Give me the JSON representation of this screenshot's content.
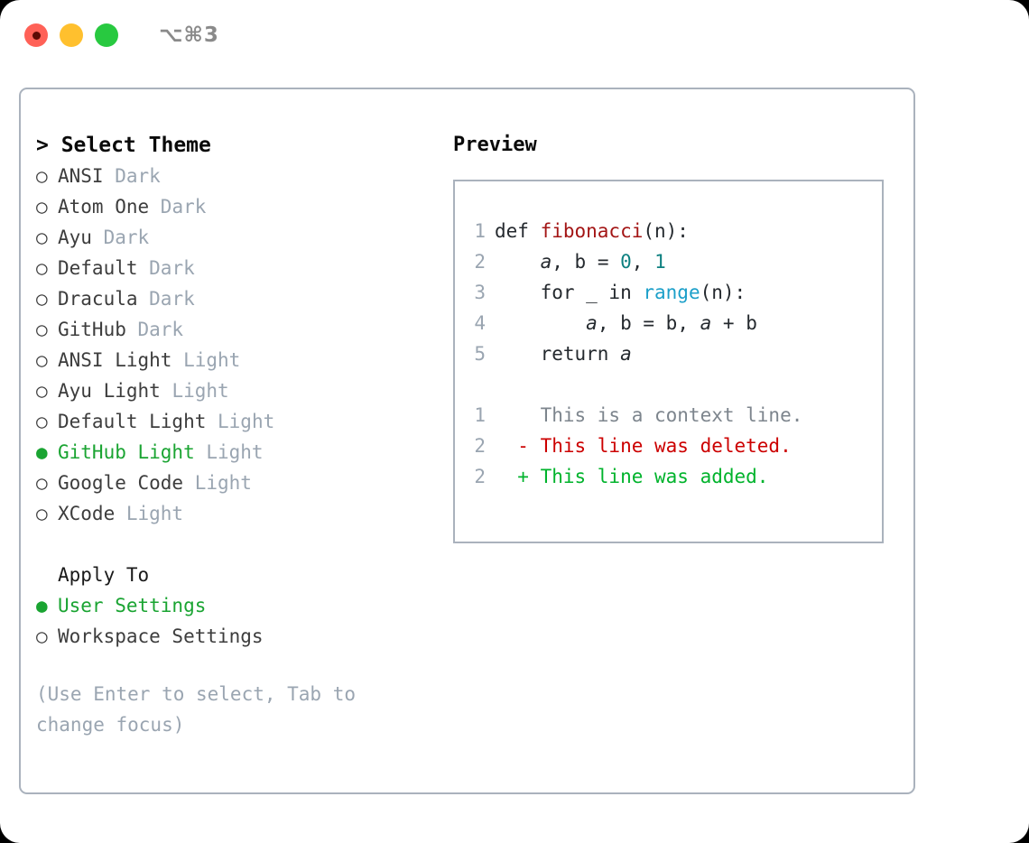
{
  "titlebar": {
    "shortcut": "⌥⌘3",
    "lights": [
      {
        "name": "close",
        "color": "#ff6157"
      },
      {
        "name": "minimize",
        "color": "#ffc02e"
      },
      {
        "name": "zoom",
        "color": "#28c940"
      }
    ]
  },
  "theme_picker": {
    "header": "> Select Theme",
    "selected_color": "#1aa432",
    "tag_color": "#9aa5b1",
    "bullet_selected": "●",
    "bullet_unselected": "○",
    "items": [
      {
        "name": "ANSI",
        "tag": "Dark",
        "selected": false
      },
      {
        "name": "Atom One",
        "tag": "Dark",
        "selected": false
      },
      {
        "name": "Ayu",
        "tag": "Dark",
        "selected": false
      },
      {
        "name": "Default",
        "tag": "Dark",
        "selected": false
      },
      {
        "name": "Dracula",
        "tag": "Dark",
        "selected": false
      },
      {
        "name": "GitHub",
        "tag": "Dark",
        "selected": false
      },
      {
        "name": "ANSI Light",
        "tag": "Light",
        "selected": false
      },
      {
        "name": "Ayu Light",
        "tag": "Light",
        "selected": false
      },
      {
        "name": "Default Light",
        "tag": "Light",
        "selected": false
      },
      {
        "name": "GitHub Light",
        "tag": "Light",
        "selected": true
      },
      {
        "name": "Google Code",
        "tag": "Light",
        "selected": false
      },
      {
        "name": "XCode",
        "tag": "Light",
        "selected": false
      }
    ]
  },
  "apply_to": {
    "label": "Apply To",
    "items": [
      {
        "name": "User Settings",
        "selected": true
      },
      {
        "name": "Workspace Settings",
        "selected": false
      }
    ]
  },
  "hint": "(Use Enter to select, Tab to change focus)",
  "preview": {
    "title": "Preview",
    "code_lines": [
      {
        "no": "1",
        "tokens": [
          {
            "t": "def ",
            "k": "plain"
          },
          {
            "t": "fibonacci",
            "k": "fn"
          },
          {
            "t": "(n):",
            "k": "plain"
          }
        ]
      },
      {
        "no": "2",
        "tokens": [
          {
            "t": "    ",
            "k": "plain"
          },
          {
            "t": "a",
            "k": "var"
          },
          {
            "t": ", ",
            "k": "plain"
          },
          {
            "t": "b",
            "k": "plain"
          },
          {
            "t": " = ",
            "k": "plain"
          },
          {
            "t": "0",
            "k": "num"
          },
          {
            "t": ", ",
            "k": "plain"
          },
          {
            "t": "1",
            "k": "num"
          }
        ]
      },
      {
        "no": "3",
        "tokens": [
          {
            "t": "    for _ in ",
            "k": "plain"
          },
          {
            "t": "range",
            "k": "call"
          },
          {
            "t": "(n):",
            "k": "plain"
          }
        ]
      },
      {
        "no": "4",
        "tokens": [
          {
            "t": "        ",
            "k": "plain"
          },
          {
            "t": "a",
            "k": "var"
          },
          {
            "t": ", b = b, ",
            "k": "plain"
          },
          {
            "t": "a",
            "k": "var"
          },
          {
            "t": " + b",
            "k": "plain"
          }
        ]
      },
      {
        "no": "5",
        "tokens": [
          {
            "t": "    return ",
            "k": "plain"
          },
          {
            "t": "a",
            "k": "var"
          }
        ]
      }
    ],
    "diff_lines": [
      {
        "no": "1",
        "marker": " ",
        "text": "This is a context line.",
        "kind": "context"
      },
      {
        "no": "2",
        "marker": "-",
        "text": "This line was deleted.",
        "kind": "deleted"
      },
      {
        "no": "2",
        "marker": "+",
        "text": "This line was added.",
        "kind": "added"
      }
    ],
    "colors": {
      "function": "#a31515",
      "number": "#0d8080",
      "builtin": "#1b9fc9",
      "line_number": "#9aa5b1",
      "diff_context": "#7d858d",
      "diff_deleted": "#cc0000",
      "diff_added": "#00b32c"
    }
  }
}
